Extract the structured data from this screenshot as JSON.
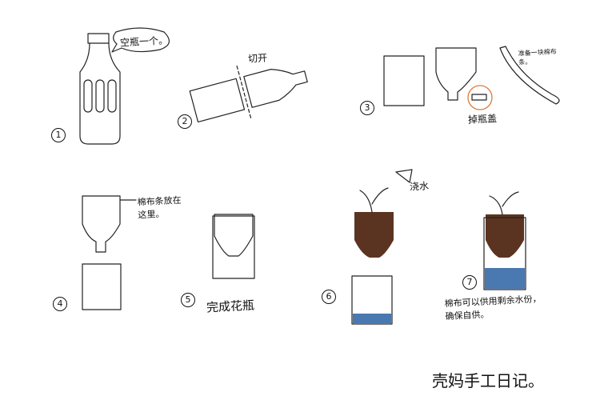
{
  "steps": [
    {
      "number": "1",
      "note": "空瓶一个。"
    },
    {
      "number": "2",
      "note": "切开"
    },
    {
      "number": "3",
      "note": "准备一块棉布条。",
      "note2": "掉瓶盖"
    },
    {
      "number": "4",
      "note": "棉布条放在这里。"
    },
    {
      "number": "5",
      "note": "完成花瓶"
    },
    {
      "number": "6",
      "note": "浇水"
    },
    {
      "number": "7",
      "note": "棉布可以供用剩余水份，确保自供。"
    }
  ],
  "signature": "壳妈手工日记。",
  "colors": {
    "soil": "#5a3420",
    "water": "#4a78b0",
    "plant": "#3d7a2a",
    "highlight": "#e07b39"
  }
}
